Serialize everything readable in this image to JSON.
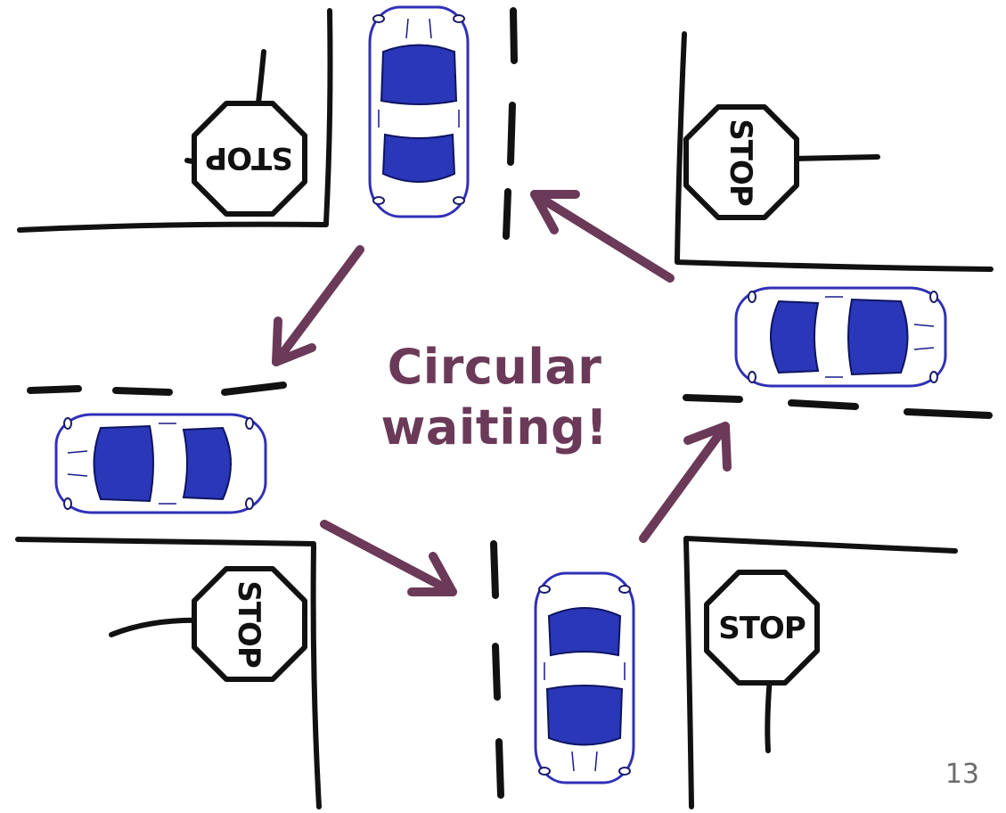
{
  "caption": {
    "line1": "Circular",
    "line2": "waiting!",
    "color": "#6b3a58"
  },
  "page_number": "13",
  "signs": {
    "top_left": {
      "label": "STOP"
    },
    "top_right": {
      "label": "STOP"
    },
    "bottom_left": {
      "label": "STOP"
    },
    "bottom_right": {
      "label": "STOP"
    }
  },
  "colors": {
    "arrow": "#6b3a58",
    "road_ink": "#111111",
    "car_outline": "#3030b8",
    "car_glass": "#2a37b8"
  },
  "icons": [
    "car-icon",
    "stop-sign-icon",
    "arrow-icon"
  ]
}
